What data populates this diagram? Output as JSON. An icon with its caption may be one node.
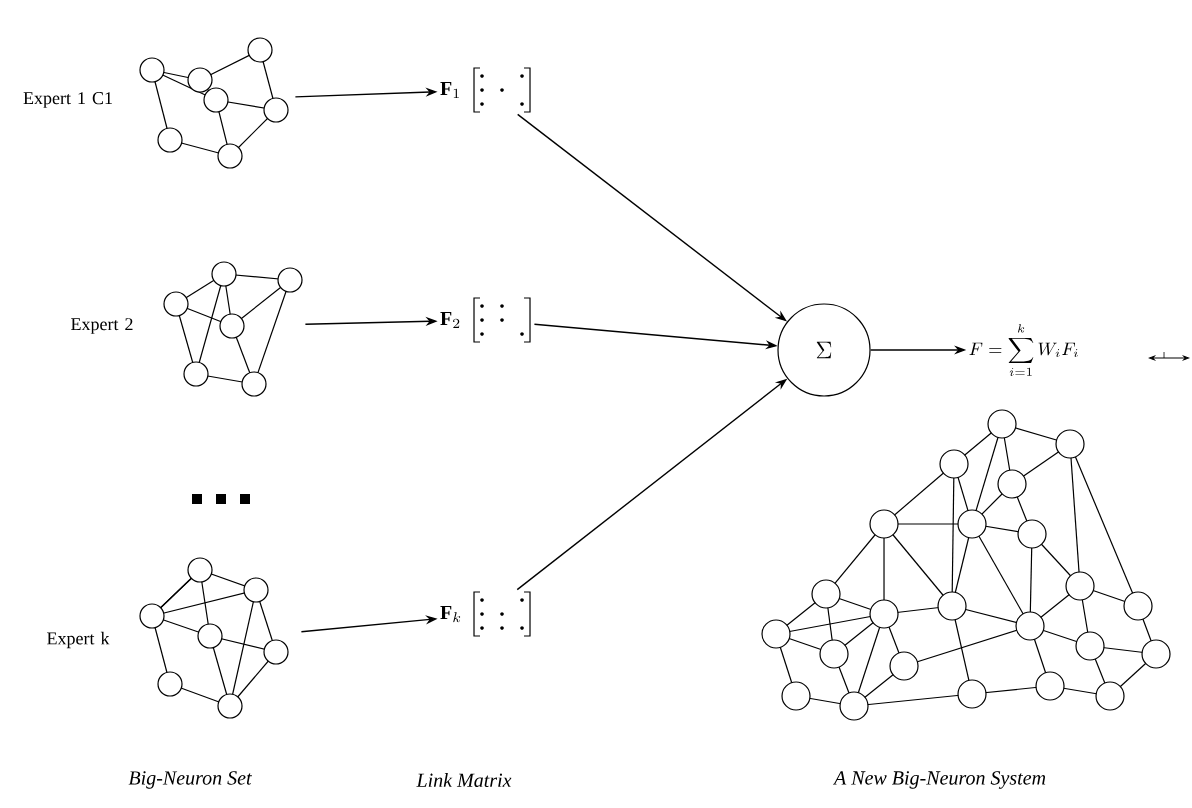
{
  "diagram": {
    "nodes": [
      {
        "text": [],
        "shape": "picture",
        "beside": [
          "Expert 1 C1"
        ]
      },
      {
        "text": [
          "\\mathbf{F}_1"
        ]
      },
      {
        "text": [],
        "shape": "picture",
        "beside": [
          "Expert 2"
        ]
      },
      {
        "text": [
          "\\mathbf{F}_2"
        ]
      },
      {
        "text": [],
        "shape": "picture",
        "beside": [
          "Expert k"
        ]
      },
      {
        "text": [
          "\\mathbf{F}_k"
        ]
      },
      {
        "text": [
          "\\Sigma"
        ]
      },
      {
        "text": [
          "F = \\sum_{i=1}^{k} W_i F_i"
        ]
      },
      {
        "text": [],
        "shape": "picture"
      }
    ],
    "edges": [
      {
        "from": 0,
        "to": 1,
        "arrow": "to"
      },
      {
        "from": 2,
        "to": 3,
        "arrow": "to"
      },
      {
        "from": 4,
        "to": 5,
        "arrow": "to"
      },
      {
        "from": 1,
        "to": 6,
        "arrow": "to"
      },
      {
        "from": 3,
        "to": 6,
        "arrow": "to"
      },
      {
        "from": 5,
        "to": 6,
        "arrow": "to"
      },
      {
        "from": 6,
        "to": 7,
        "arrow": "to"
      }
    ],
    "labels": [
      "Big-Neuron Set",
      "Link Matrix",
      "A New Big-Neuron System"
    ]
  }
}
